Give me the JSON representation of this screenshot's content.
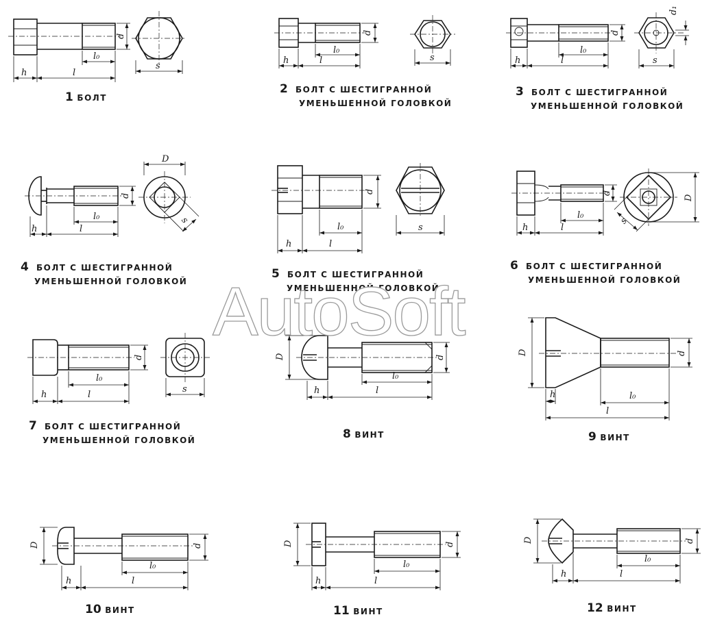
{
  "watermark": "AutoSoft",
  "dim_labels": {
    "h": "h",
    "l": "l",
    "l0": "l₀",
    "d": "d",
    "d1": "d₁",
    "s": "s",
    "D": "D"
  },
  "figures": [
    {
      "number": "1",
      "label": "БОЛТ"
    },
    {
      "number": "2",
      "label_line1": "БОЛТ С ШЕСТИГРАННОЙ",
      "label_line2": "УМЕНЬШЕННОЙ ГОЛОВКОЙ"
    },
    {
      "number": "3",
      "label_line1": "БОЛТ С ШЕСТИГРАННОЙ",
      "label_line2": "УМЕНЬШЕННОЙ ГОЛОВКОЙ"
    },
    {
      "number": "4",
      "label_line1": "БОЛТ С ШЕСТИГРАННОЙ",
      "label_line2": "УМЕНЬШЕННОЙ ГОЛОВКОЙ"
    },
    {
      "number": "5",
      "label_line1": "БОЛТ С ШЕСТИГРАННОЙ",
      "label_line2": "УМЕНЬШЕННОЙ ГОЛОВКОЙ"
    },
    {
      "number": "6",
      "label_line1": "БОЛТ С ШЕСТИГРАННОЙ",
      "label_line2": "УМЕНЬШЕННОЙ ГОЛОВКОЙ"
    },
    {
      "number": "7",
      "label_line1": "БОЛТ С ШЕСТИГРАННОЙ",
      "label_line2": "УМЕНЬШЕННОЙ ГОЛОВКОЙ"
    },
    {
      "number": "8",
      "label": "ВИНТ"
    },
    {
      "number": "9",
      "label": "ВИНТ"
    },
    {
      "number": "10",
      "label": "ВИНТ"
    },
    {
      "number": "11",
      "label": "ВИНТ"
    },
    {
      "number": "12",
      "label": "ВИНТ"
    }
  ]
}
